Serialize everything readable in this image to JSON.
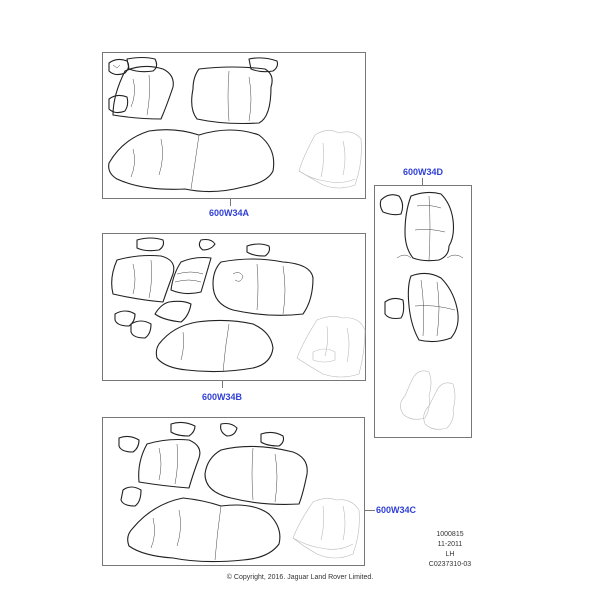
{
  "diagram": {
    "title": "Seat covers parts diagram",
    "colors": {
      "callout": "#2f3fd6",
      "frame": "#777777",
      "lines": "#222222",
      "ghost": "#bbbbbb"
    },
    "panels": [
      {
        "id": "A",
        "callout": "600W34A",
        "content": "rear seat cover set: headrest covers, backrest covers, cushion cover"
      },
      {
        "id": "B",
        "callout": "600W34B",
        "content": "rear seat cover set with armrest: headrest covers, backrest covers, armrest pieces, cushion cover"
      },
      {
        "id": "C",
        "callout": "600W34C",
        "content": "rear seat cover set: headrest covers, backrest covers, cushion cover"
      },
      {
        "id": "D",
        "callout": "600W34D",
        "content": "front seat cover set: headrest covers, backrest covers"
      }
    ],
    "meta": {
      "line1": "1000815",
      "line2": "11-2011",
      "line3": "LH",
      "line4": "C0237310-03"
    },
    "copyright": "© Copyright, 2016. Jaguar Land Rover Limited."
  }
}
